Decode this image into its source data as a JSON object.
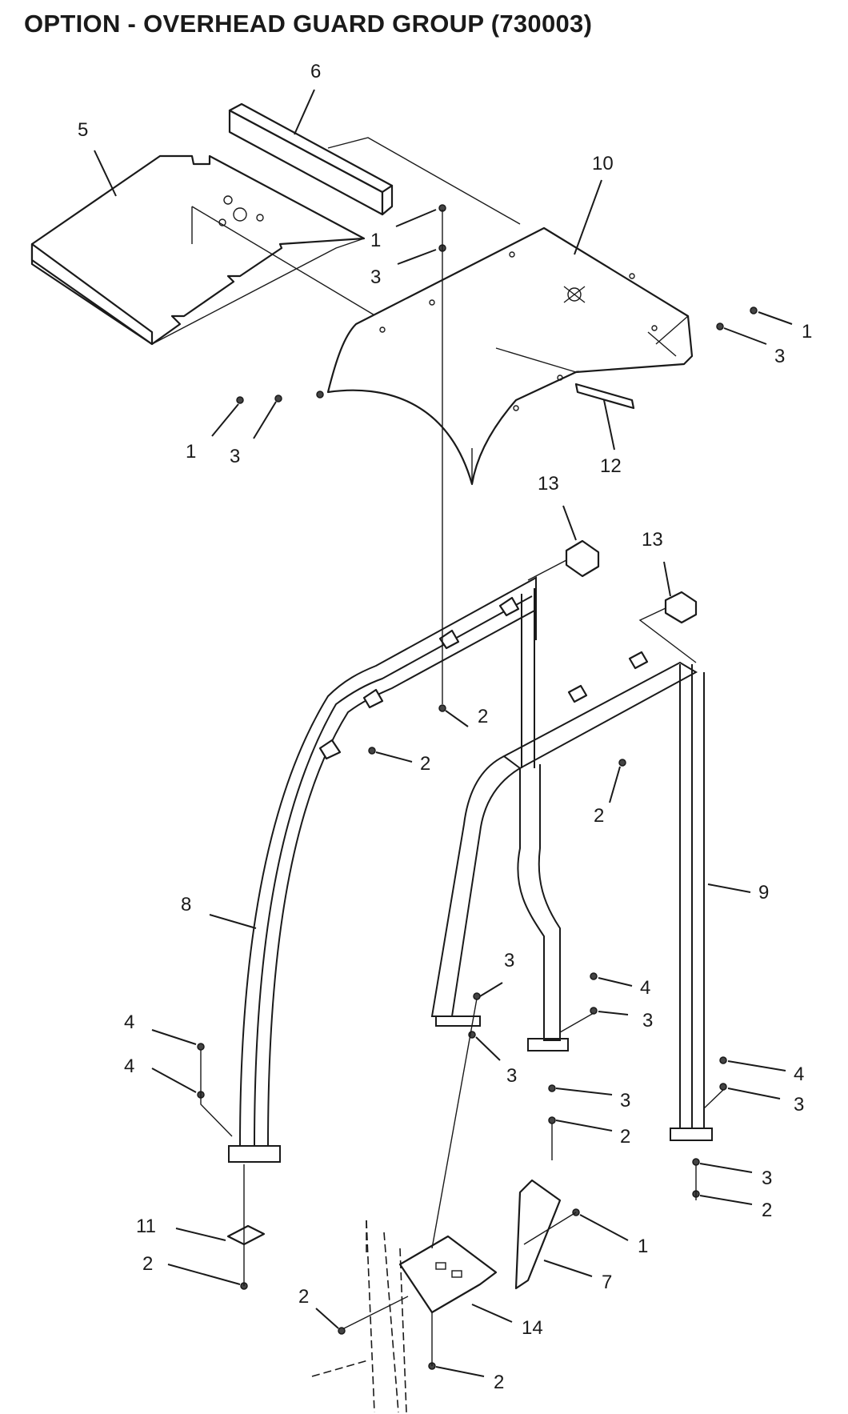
{
  "title": "OPTION - OVERHEAD GUARD GROUP (730003)",
  "callouts": [
    {
      "label": "6"
    },
    {
      "label": "5"
    },
    {
      "label": "10"
    },
    {
      "label": "1"
    },
    {
      "label": "3"
    },
    {
      "label": "1"
    },
    {
      "label": "3"
    },
    {
      "label": "1"
    },
    {
      "label": "3"
    },
    {
      "label": "12"
    },
    {
      "label": "13"
    },
    {
      "label": "13"
    },
    {
      "label": "2"
    },
    {
      "label": "2"
    },
    {
      "label": "2"
    },
    {
      "label": "8"
    },
    {
      "label": "9"
    },
    {
      "label": "4"
    },
    {
      "label": "4"
    },
    {
      "label": "3"
    },
    {
      "label": "3"
    },
    {
      "label": "4"
    },
    {
      "label": "3"
    },
    {
      "label": "3"
    },
    {
      "label": "2"
    },
    {
      "label": "4"
    },
    {
      "label": "3"
    },
    {
      "label": "3"
    },
    {
      "label": "2"
    },
    {
      "label": "11"
    },
    {
      "label": "2"
    },
    {
      "label": "1"
    },
    {
      "label": "7"
    },
    {
      "label": "2"
    },
    {
      "label": "14"
    },
    {
      "label": "2"
    }
  ]
}
